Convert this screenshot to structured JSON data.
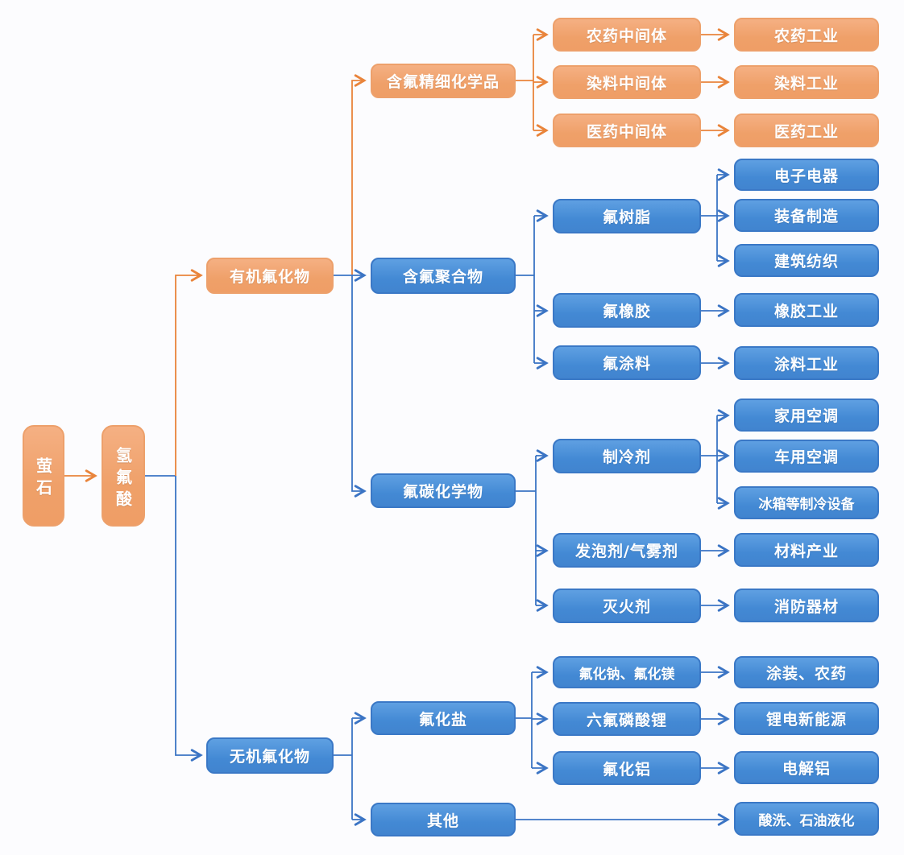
{
  "colors": {
    "orange_box": "#F1A471",
    "blue_box": "#4C92D9",
    "orange_line": "#E9843B",
    "blue_line": "#3B74C4",
    "node_text": "#FFFFFF",
    "background": "#FCFCFE"
  },
  "nodes": {
    "fluorite": {
      "label": "萤石"
    },
    "hydrofluoric_acid": {
      "label": "氢氟酸"
    },
    "organic_fluoride": {
      "label": "有机氟化物"
    },
    "inorganic_fluoride": {
      "label": "无机氟化物"
    },
    "fluorine_fine_chemicals": {
      "label": "含氟精细化学品"
    },
    "fluoropolymer": {
      "label": "含氟聚合物"
    },
    "fluorocarbon_chemicals": {
      "label": "氟碳化学物"
    },
    "fluoride_salt": {
      "label": "氟化盐"
    },
    "other": {
      "label": "其他"
    },
    "pesticide_intermediate": {
      "label": "农药中间体"
    },
    "dye_intermediate": {
      "label": "染料中间体"
    },
    "pharma_intermediate": {
      "label": "医药中间体"
    },
    "fluoro_resin": {
      "label": "氟树脂"
    },
    "fluoro_rubber": {
      "label": "氟橡胶"
    },
    "fluoro_coating": {
      "label": "氟涂料"
    },
    "refrigerant": {
      "label": "制冷剂"
    },
    "foaming_aerosol_agent": {
      "label": "发泡剂/气雾剂"
    },
    "fire_extinguishing_agent": {
      "label": "灭火剂"
    },
    "sodium_magnesium_fluoride": {
      "label": "氟化钠、氟化镁"
    },
    "lithium_hexafluorophosphate": {
      "label": "六氟磷酸锂"
    },
    "aluminum_fluoride": {
      "label": "氟化铝"
    },
    "pesticide_industry": {
      "label": "农药工业"
    },
    "dye_industry": {
      "label": "染料工业"
    },
    "pharma_industry": {
      "label": "医药工业"
    },
    "electronics_appliances": {
      "label": "电子电器"
    },
    "equipment_manufacturing": {
      "label": "装备制造"
    },
    "construction_textile": {
      "label": "建筑纺织"
    },
    "rubber_industry": {
      "label": "橡胶工业"
    },
    "coating_industry": {
      "label": "涂料工业"
    },
    "household_ac": {
      "label": "家用空调"
    },
    "vehicle_ac": {
      "label": "车用空调"
    },
    "fridge_refrigeration_equipment": {
      "label": "冰箱等制冷设备"
    },
    "material_industry": {
      "label": "材料产业"
    },
    "fire_fighting_equipment": {
      "label": "消防器材"
    },
    "coating_pesticide": {
      "label": "涂装、农药"
    },
    "lithium_battery_new_energy": {
      "label": "锂电新能源"
    },
    "electrolytic_aluminum": {
      "label": "电解铝"
    },
    "acid_washing_petroleum_liquefaction": {
      "label": "酸洗、石油液化"
    }
  }
}
